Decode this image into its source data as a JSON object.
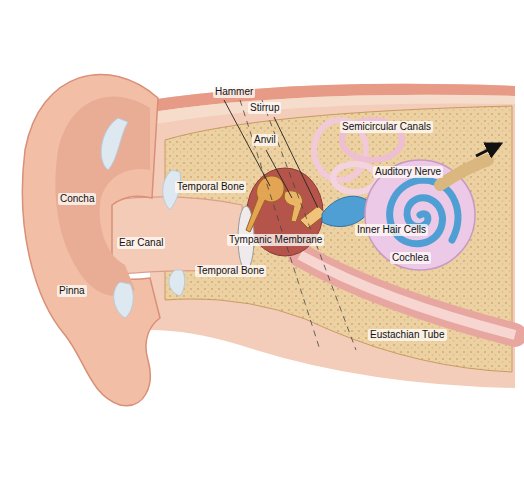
{
  "diagram": {
    "labels": [
      "Hammer",
      "Stirrup",
      "Anvil",
      "Semicircular Canals",
      "Concha",
      "Temporal Bone",
      "Auditory Nerve",
      "Inner Hair Cells",
      "Ear Canal",
      "Tympanic Membrane",
      "Cochlea",
      "Temporal Bone",
      "Pinna",
      "Eustachian Tube"
    ]
  }
}
